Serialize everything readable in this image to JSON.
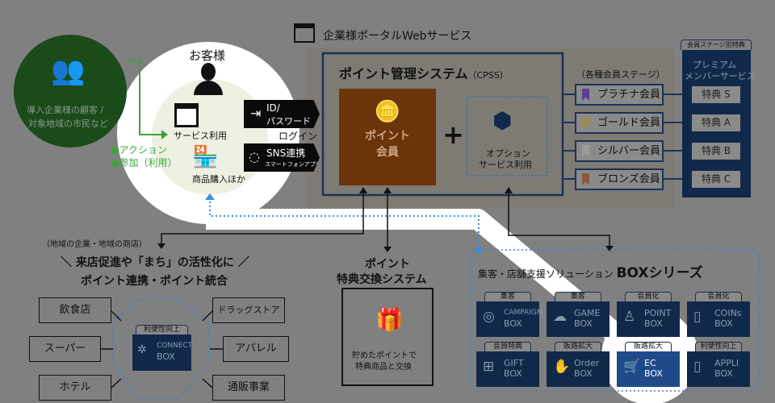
{
  "colors": {
    "background": "#808080",
    "navy": "#10284a",
    "orange": "#6b3409",
    "green": "#1b4a1b",
    "action_green": "#3aa53a",
    "dotted_blue": "#3a8fe0"
  },
  "customers": {
    "group_label_1": "導入企業様の顧客 /",
    "group_label_2": "対象地域の市民など",
    "title": "お客様",
    "service": "サービス利用",
    "purchase": "商品購入ほか",
    "action_1": "●アクション",
    "action_2": "●参加（利用）",
    "id_login_1": "ID/",
    "id_login_2": "パスワード",
    "login": "ログイン",
    "sns_1": "SNS連携",
    "sns_2": "スマートフォンアプリ",
    "icons": [
      "people-icon",
      "person-icon",
      "web-page-icon",
      "shop-icon",
      "login-icon",
      "messenger-icon"
    ]
  },
  "portal": {
    "title": "企業様ポータルWebサービス",
    "cpss_title": "ポイント管理システム",
    "cpss_abbr": "（CPSS）",
    "point_member_1": "ポイント",
    "point_member_2": "会員",
    "plus": "+",
    "option_1": "オプション",
    "option_2": "サービス利用"
  },
  "stages": {
    "label": "（各種会員ステージ）",
    "items": [
      {
        "name": "プラチナ会員",
        "color": "#5a3d9a",
        "benefit": "特典 S"
      },
      {
        "name": "ゴールド会員",
        "color": "#9a8a5a",
        "benefit": "特典 A"
      },
      {
        "name": "シルバー会員",
        "color": "#9a9a9a",
        "benefit": "特典 B"
      },
      {
        "name": "ブロンズ会員",
        "color": "#8a5a3a",
        "benefit": "特典 C"
      }
    ]
  },
  "premium": {
    "tab": "会員ステージ別特典",
    "title_1": "プレミアム",
    "title_2": "メンバーサービス"
  },
  "local": {
    "sub": "（地域の企業・地域の商店）",
    "headline_1": "＼ 来店促進や「まち」の活性化に ／",
    "headline_2": "ポイント連携・ポイント統合",
    "stores": [
      "飲食店",
      "スーパー",
      "ホテル",
      "ドラッグストア",
      "アパレル",
      "通販事業"
    ],
    "connect_tab": "利便性向上",
    "connect_1": "CONNECT",
    "connect_2": "BOX"
  },
  "exchange": {
    "title_1": "ポイント",
    "title_2": "特典交換システム",
    "desc_1": "貯めたポイントで",
    "desc_2": "特典商品と交換"
  },
  "box_series": {
    "title_prefix": "集客・店舗支援ソリューション",
    "title": "BOXシリーズ",
    "tiles": [
      {
        "tab": "集客",
        "l1": "CAMPAIGN",
        "l2": "BOX",
        "icon": "target-icon"
      },
      {
        "tab": "集客",
        "l1": "GAME",
        "l2": "BOX",
        "icon": "game-icon"
      },
      {
        "tab": "会員化",
        "l1": "POINT",
        "l2": "BOX",
        "icon": "person-icon"
      },
      {
        "tab": "会員化",
        "l1": "COINs",
        "l2": "BOX",
        "icon": "smartphone-icon"
      },
      {
        "tab": "会員特典",
        "l1": "GIFT",
        "l2": "BOX",
        "icon": "gift-icon"
      },
      {
        "tab": "販路拡大",
        "l1": "Order",
        "l2": "BOX",
        "icon": "order-icon"
      },
      {
        "tab": "販路拡大",
        "l1": "EC",
        "l2": "BOX",
        "icon": "cart-icon",
        "highlighted": true
      },
      {
        "tab": "利便性向上",
        "l1": "APPLI",
        "l2": "BOX",
        "icon": "smartphone-icon"
      }
    ]
  }
}
